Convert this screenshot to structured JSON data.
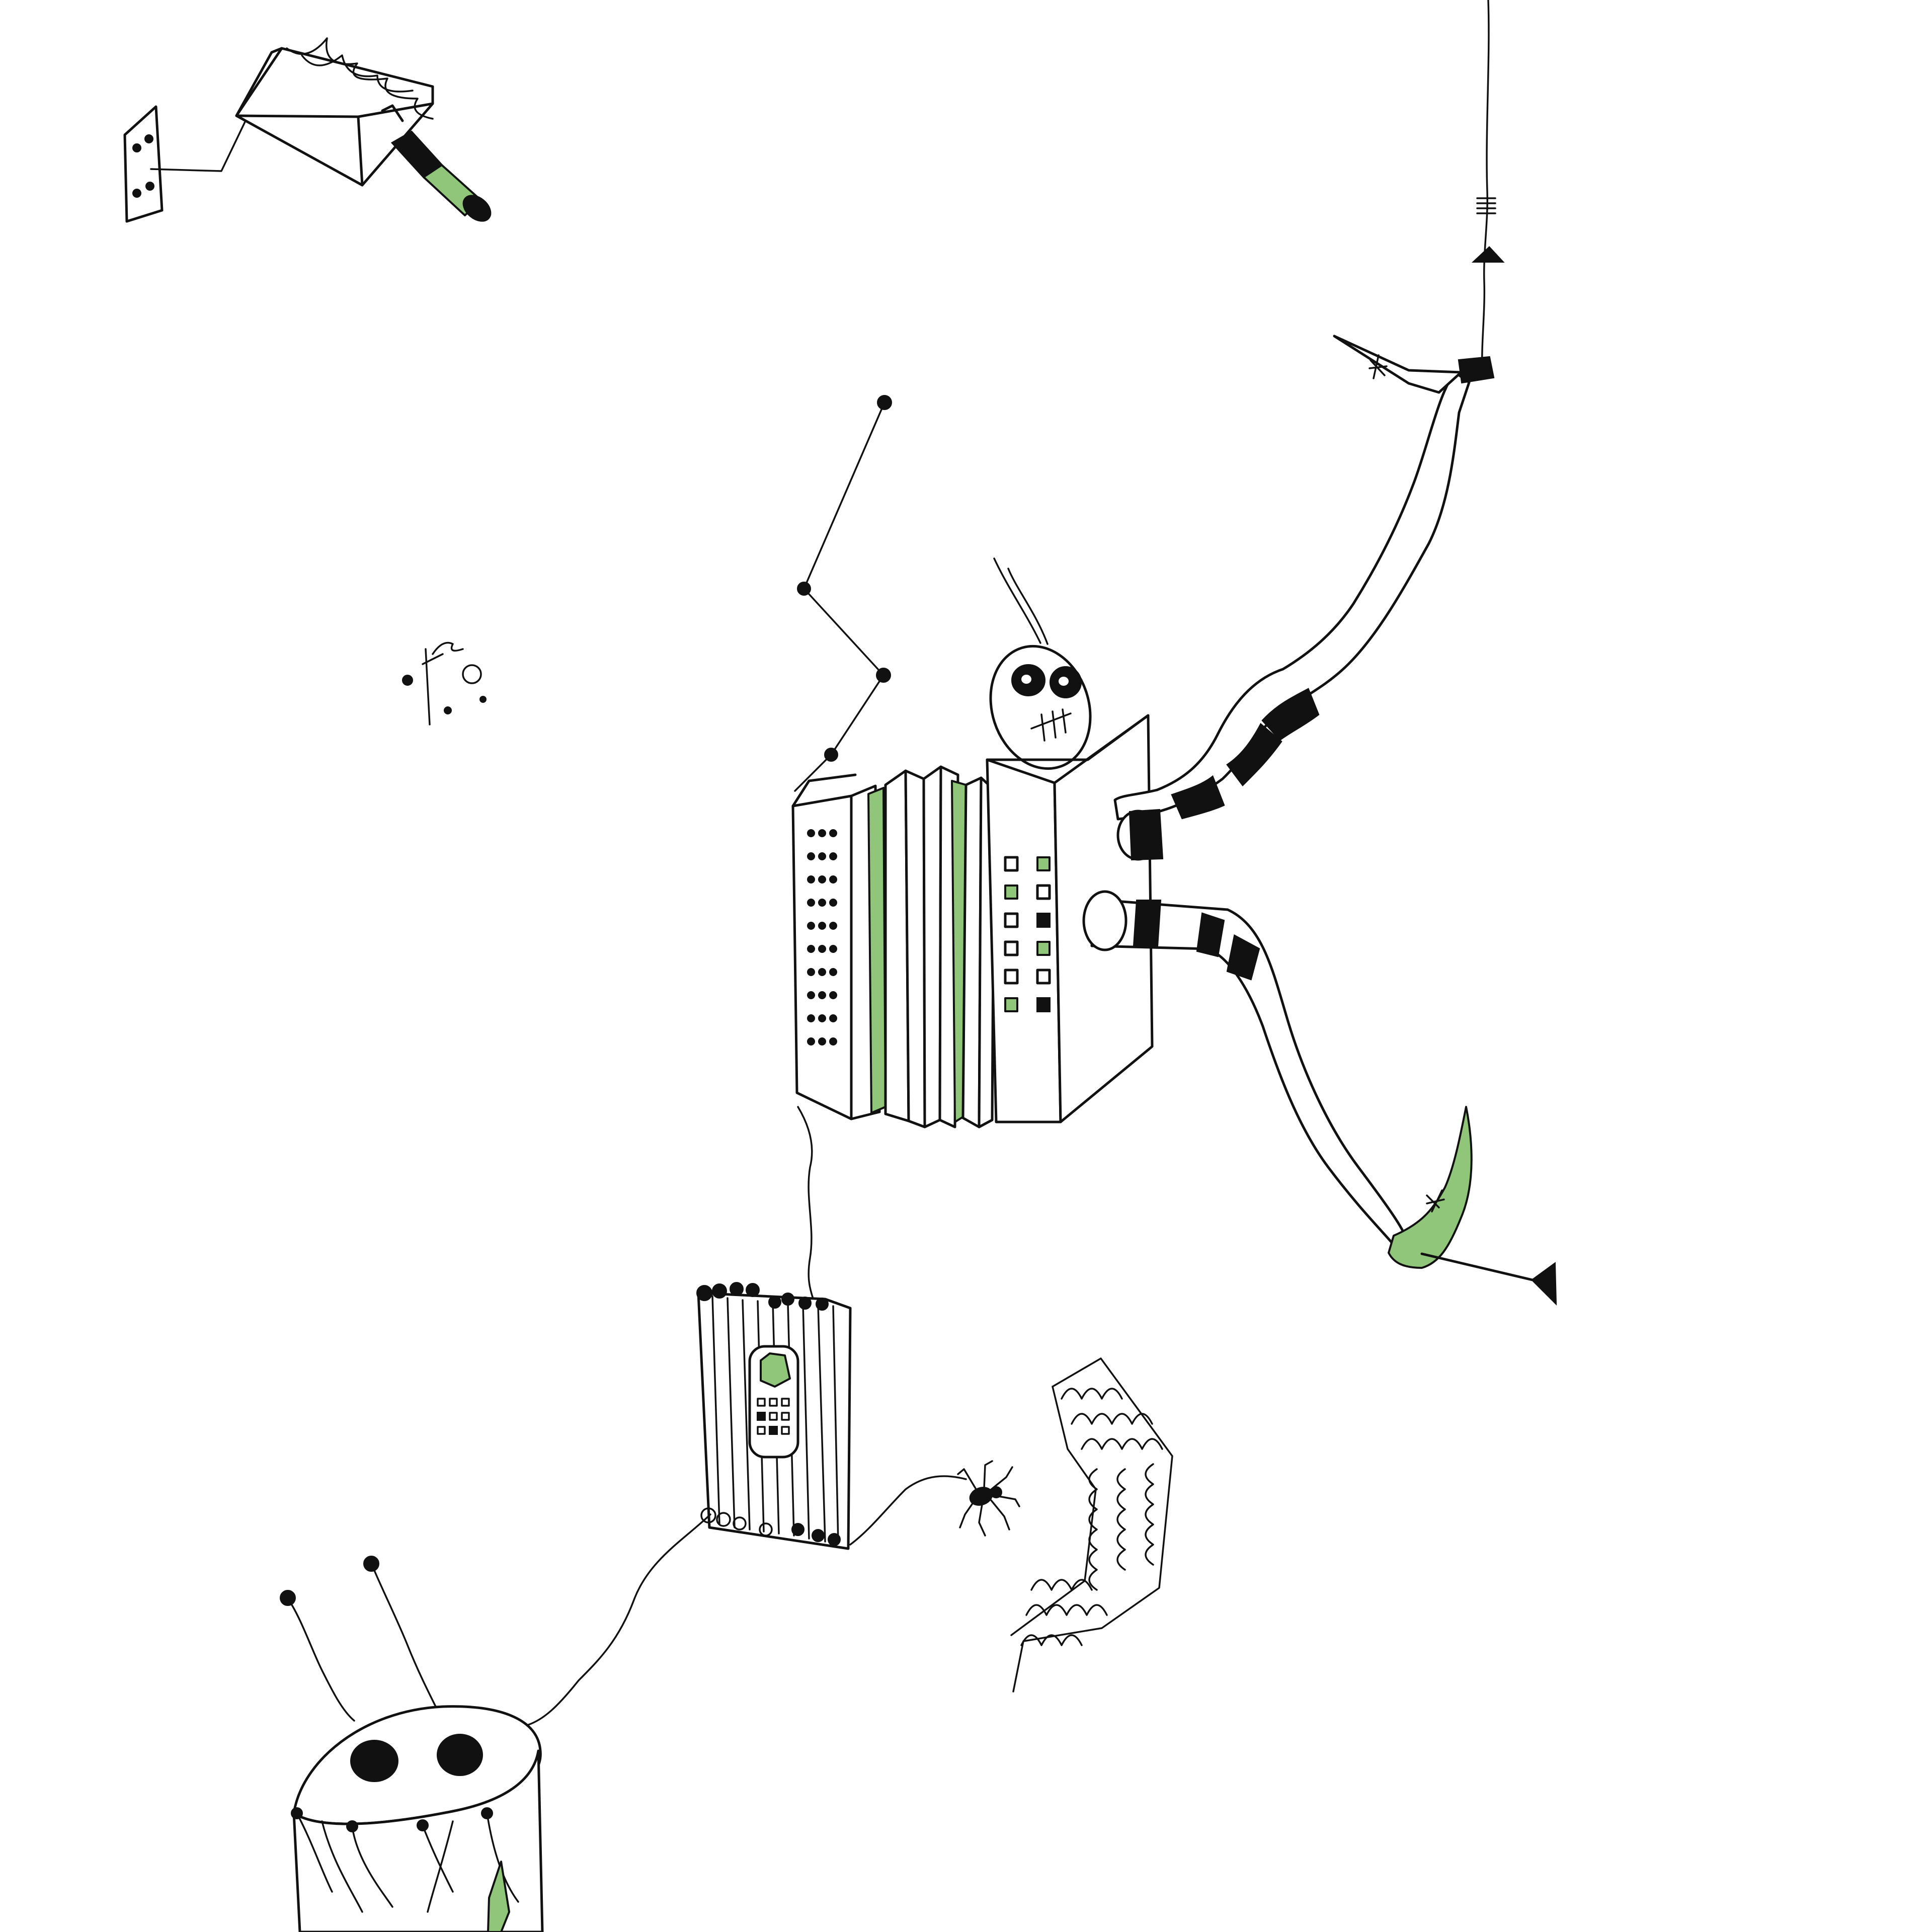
{
  "artwork": {
    "medium": "ink-and-marker-drawing",
    "palette": {
      "paper": "#ffffff",
      "ink": "#111111",
      "accent_green": "#8fc67a",
      "soft_green": "#a7d596"
    },
    "subjects": [
      "accordion-creature",
      "striped-legs",
      "green-shoe",
      "socket-and-plug",
      "phone-radiator",
      "spider",
      "wavy-ribbon",
      "drum-creature"
    ]
  }
}
